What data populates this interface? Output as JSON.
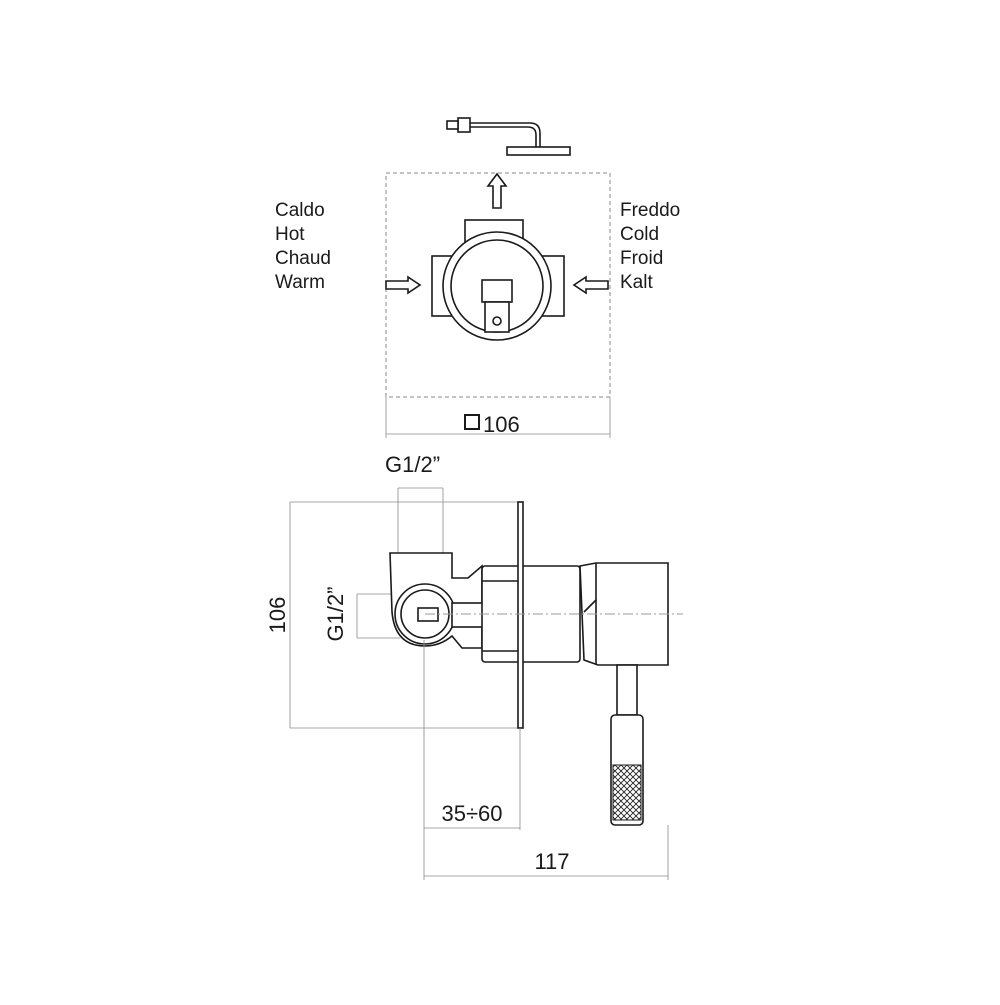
{
  "diagram": {
    "hot_labels": [
      "Caldo",
      "Hot",
      "Chaud",
      "Warm"
    ],
    "cold_labels": [
      "Freddo",
      "Cold",
      "Froid",
      "Kalt"
    ],
    "plate_dimension": "106",
    "top_thread": "G1/2”",
    "side_thread": "G1/2”",
    "height_dimension": "106",
    "depth_range": "35÷60",
    "total_depth": "117"
  },
  "colors": {
    "line": "#1a1a1a",
    "dimension_line": "#8a8a8a",
    "background": "#ffffff"
  }
}
